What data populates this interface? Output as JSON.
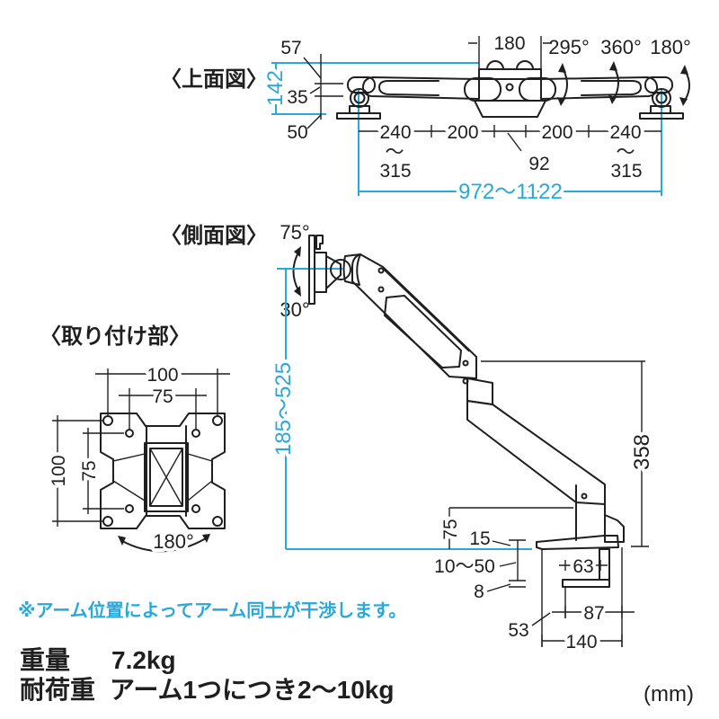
{
  "palette": {
    "accent": "#29a8dc",
    "ink": "#1f1f1f"
  },
  "top_view": {
    "title": "〈上面図〉",
    "dim_57": "57",
    "dim_142": "142",
    "dim_35": "35",
    "dim_50": "50",
    "dim_180_width": "180",
    "angle_295": "295°",
    "angle_360": "360°",
    "angle_180": "180°",
    "dim_240_left": "240",
    "tilde_left": "〜",
    "dim_315_left": "315",
    "dim_200_left": "200",
    "dim_92": "92",
    "dim_200_right": "200",
    "dim_240_right": "240",
    "tilde_right": "〜",
    "dim_315_right": "315",
    "dim_total_width": "972〜1122"
  },
  "side_view": {
    "title": "〈側面図〉",
    "angle_up": "75°",
    "angle_down": "30°",
    "dim_height_range": "185〜525",
    "dim_358": "358",
    "dim_75": "75",
    "dim_15": "15",
    "dim_clamp_range": "10〜50",
    "dim_8": "8",
    "dim_63": "63",
    "dim_87": "87",
    "dim_53": "53",
    "dim_140": "140"
  },
  "mount_view": {
    "title": "〈取り付け部〉",
    "dim_100_top": "100",
    "dim_75_top": "75",
    "dim_100_left": "100",
    "dim_75_left": "75",
    "angle_180": "180°"
  },
  "note": "※アーム位置によってアーム同士が干渉します。",
  "specs": {
    "weight_label": "重量",
    "weight_value": "7.2kg",
    "load_label": "耐荷重",
    "load_value": "アーム1つにつき2〜10kg"
  },
  "unit_note": "(mm)"
}
